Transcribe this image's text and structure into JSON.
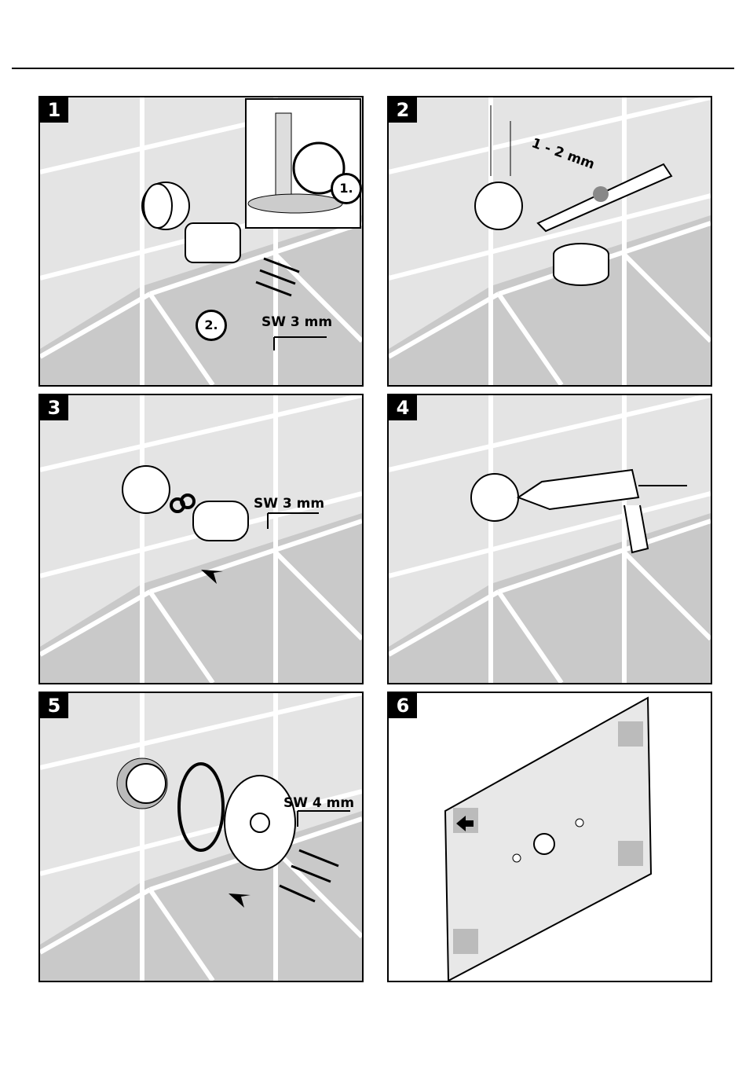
{
  "steps": [
    {
      "number": "1",
      "substep_1": "1.",
      "substep_2": "2.",
      "tool_label": "SW 3 mm"
    },
    {
      "number": "2",
      "gap_label": "1 - 2 mm"
    },
    {
      "number": "3",
      "tool_label": "SW 3 mm"
    },
    {
      "number": "4"
    },
    {
      "number": "5",
      "tool_label": "SW 4 mm"
    },
    {
      "number": "6"
    }
  ]
}
